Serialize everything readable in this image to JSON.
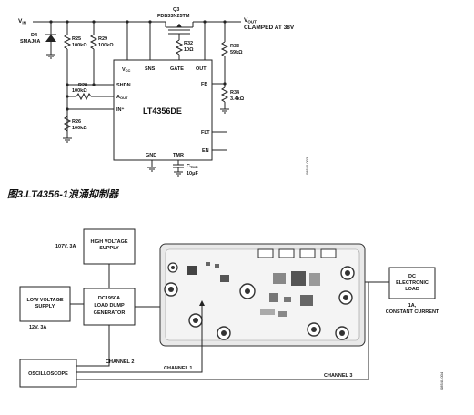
{
  "schematic": {
    "vin": "V",
    "vin_sub": "IN",
    "d4_ref": "D4",
    "d4_part": "SMAJ0A",
    "r25": {
      "ref": "R25",
      "val": "100kΩ"
    },
    "r29": {
      "ref": "R29",
      "val": "100kΩ"
    },
    "r28": {
      "ref": "R28",
      "val": "100kΩ"
    },
    "r26": {
      "ref": "R26",
      "val": "100kΩ"
    },
    "q3_ref": "Q3",
    "q3_part": "FDB33N25TM",
    "r32": {
      "ref": "R32",
      "val": "10Ω"
    },
    "vout": "V",
    "vout_sub": "OUT",
    "clamp_note": "CLAMPED AT 38V",
    "r33": {
      "ref": "R33",
      "val": "59kΩ"
    },
    "r34": {
      "ref": "R34",
      "val": "3.4kΩ"
    },
    "chip_name": "LT4356DE",
    "pins": {
      "vcc": "V",
      "vcc_sub": "CC",
      "sns": "SNS",
      "gate": "GATE",
      "out": "OUT",
      "shdn": "SHDN",
      "aout": "A",
      "aout_sub": "OUT",
      "in_plus": "IN⁺",
      "fb": "FB",
      "flt": "FLT",
      "en": "EN",
      "gnd": "GND",
      "tmr": "TMR"
    },
    "ctmr": "C",
    "ctmr_sub": "TMR",
    "ctmr_val": "10μF",
    "side_code": "08540-003"
  },
  "caption": "图3.LT4356-1浪涌抑制器",
  "setup": {
    "hv_supply": [
      "HIGH VOLTAGE",
      "SUPPLY"
    ],
    "hv_rating": "107V, 3A",
    "lv_supply": [
      "LOW VOLTAGE",
      "SUPPLY"
    ],
    "lv_rating": "12V, 3A",
    "generator": [
      "DC1950A",
      "LOAD DUMP",
      "GENERATOR"
    ],
    "oscilloscope": "OSCILLOSCOPE",
    "load": [
      "DC",
      "ELECTRONIC",
      "LOAD"
    ],
    "load_note": [
      "1A,",
      "CONSTANT CURRENT"
    ],
    "channel1": "CHANNEL 1",
    "channel2": "CHANNEL 2",
    "channel3": "CHANNEL 3",
    "side_code": "08540-004"
  }
}
